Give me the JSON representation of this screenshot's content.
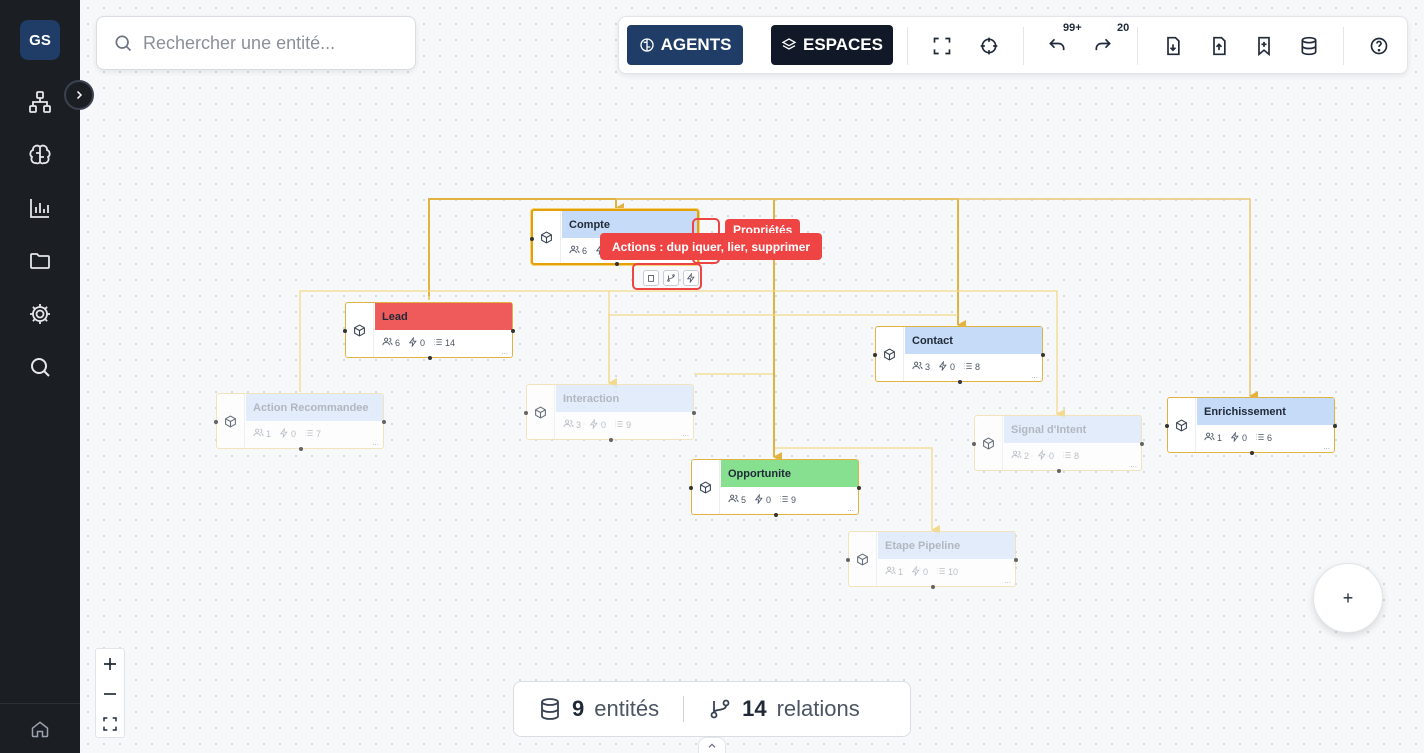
{
  "sidebar": {
    "logo": "GS",
    "items": [
      {
        "name": "sitemap-icon"
      },
      {
        "name": "brain-icon"
      },
      {
        "name": "bar-chart-icon"
      },
      {
        "name": "folder-icon"
      },
      {
        "name": "gear-icon"
      },
      {
        "name": "search-icon"
      }
    ],
    "bottom_icon": "home-icon"
  },
  "search": {
    "placeholder": "Rechercher une entité..."
  },
  "toolbar": {
    "agents_label": "AGENTS",
    "espaces_label": "ESPACES",
    "undo_count": "99+",
    "redo_count": "20",
    "colors": {
      "agents": "#1f3d66",
      "espaces": "#111827"
    }
  },
  "nodes": [
    {
      "id": "compte",
      "label": "Compte",
      "users": "6",
      "actions": "0",
      "fields": "",
      "header_color": "#c6dbf7",
      "faded": false,
      "selected": true
    },
    {
      "id": "lead",
      "label": "Lead",
      "users": "6",
      "actions": "0",
      "fields": "14",
      "header_color": "#ef5a5a",
      "faded": false
    },
    {
      "id": "contact",
      "label": "Contact",
      "users": "3",
      "actions": "0",
      "fields": "8",
      "header_color": "#c6dbf7",
      "faded": false
    },
    {
      "id": "action",
      "label": "Action Recommandee",
      "users": "1",
      "actions": "0",
      "fields": "7",
      "header_color": "#dde9fa",
      "faded": true
    },
    {
      "id": "interaction",
      "label": "Interaction",
      "users": "3",
      "actions": "0",
      "fields": "9",
      "header_color": "#dde9fa",
      "faded": true
    },
    {
      "id": "signal",
      "label": "Signal d'Intent",
      "users": "2",
      "actions": "0",
      "fields": "8",
      "header_color": "#dde9fa",
      "faded": true
    },
    {
      "id": "enrichissement",
      "label": "Enrichissement",
      "users": "1",
      "actions": "0",
      "fields": "6",
      "header_color": "#c6dbf7",
      "faded": false
    },
    {
      "id": "opportunite",
      "label": "Opportunite",
      "users": "5",
      "actions": "0",
      "fields": "9",
      "header_color": "#86e08f",
      "faded": false
    },
    {
      "id": "etape",
      "label": "Etape Pipeline",
      "users": "1",
      "actions": "0",
      "fields": "10",
      "header_color": "#dde9fa",
      "faded": true
    }
  ],
  "callouts": {
    "proprietes": "Propriétés",
    "actions": "Actions : dup iquer, lier, supprimer"
  },
  "stats": {
    "entities_count": "9",
    "entities_label": "entités",
    "relations_count": "14",
    "relations_label": "relations"
  },
  "fab_label": "+",
  "accent": "#e3b341",
  "alert": "#ef4444"
}
